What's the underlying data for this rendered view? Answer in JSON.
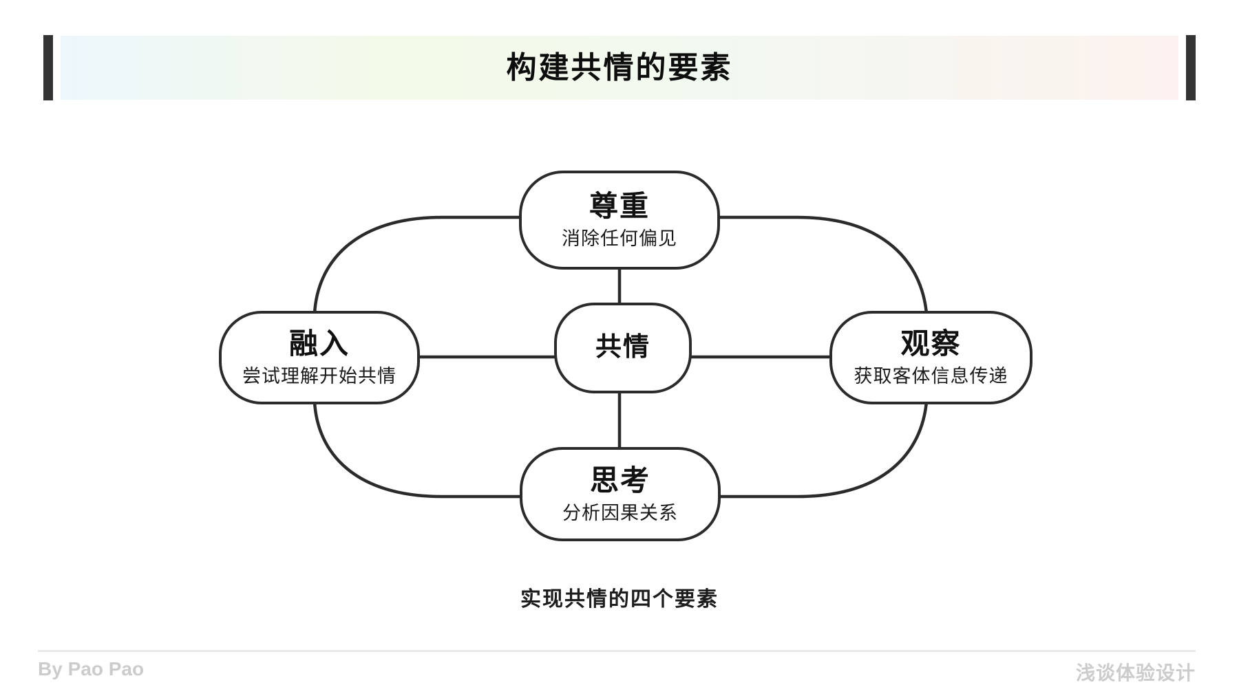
{
  "colors": {
    "line_color": "#2b2b2b",
    "header_bar": "#333333",
    "grad_1": "#edf7fc",
    "grad_2": "#f4fae9",
    "grad_3": "#f2f9f0",
    "grad_4": "#fdf2ef",
    "footer_text": "#cccccc",
    "divider": "#e9e9e9"
  },
  "header": {
    "title": "构建共情的要素"
  },
  "diagram": {
    "center_node": {
      "label": "共情"
    },
    "nodes": [
      {
        "label": "尊重",
        "sublabel": "消除任何偏见",
        "position": "top"
      },
      {
        "label": "融入",
        "sublabel": "尝试理解开始共情",
        "position": "left"
      },
      {
        "label": "观察",
        "sublabel": "获取客体信息传递",
        "position": "right"
      },
      {
        "label": "思考",
        "sublabel": "分析因果关系",
        "position": "bottom"
      }
    ],
    "caption": "实现共情的四个要素"
  },
  "footer": {
    "author": "By Pao Pao",
    "brand": "浅谈体验设计"
  }
}
